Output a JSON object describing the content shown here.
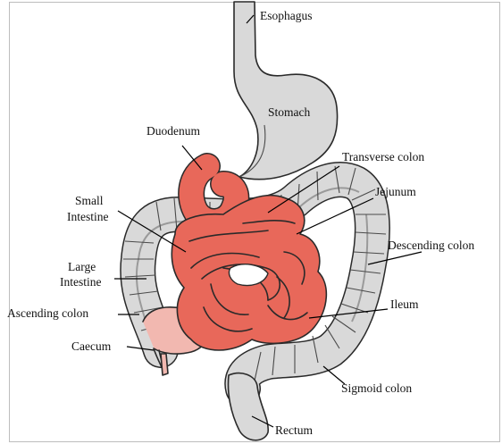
{
  "labels": {
    "esophagus": "Esophagus",
    "stomach": "Stomach",
    "duodenum": "Duodenum",
    "transverse_colon": "Transverse colon",
    "small_intestine_1": "Small",
    "small_intestine_2": "Intestine",
    "jejunum": "Jejunum",
    "descending_colon": "Descending colon",
    "large_intestine_1": "Large",
    "large_intestine_2": "Intestine",
    "ascending_colon": "Ascending colon",
    "ileum": "Ileum",
    "caecum": "Caecum",
    "sigmoid_colon": "Sigmoid colon",
    "rectum": "Rectum"
  },
  "colors": {
    "large_bowel_fill": "#d9d9d9",
    "small_bowel_fill": "#e8685a",
    "caecum_fill": "#f2b8b0",
    "outline": "#2a2a2a"
  }
}
